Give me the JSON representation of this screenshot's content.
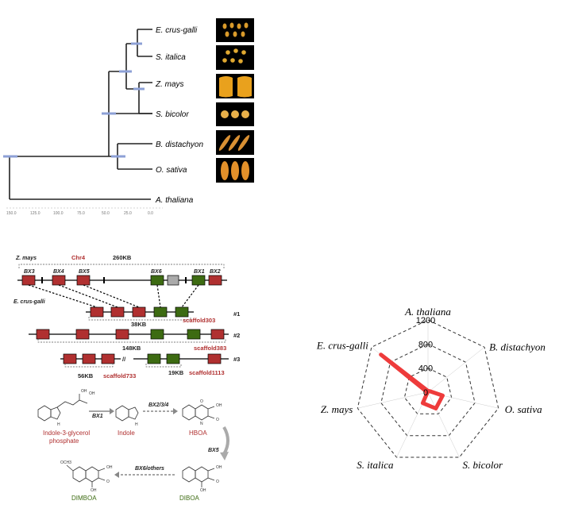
{
  "tree": {
    "species": [
      "E. crus-galli",
      "S. italica",
      "Z. mays",
      "S. bicolor",
      "B. distachyon",
      "O. sativa",
      "A. thaliana"
    ],
    "axis_ticks": [
      "150.0",
      "125.0",
      "100.0",
      "75.0",
      "50.0",
      "25.0",
      "0.0"
    ]
  },
  "cluster": {
    "zmays": "Z. mays",
    "chr": "Chr4",
    "size_top": "260KB",
    "genes_top": [
      "BX3",
      "BX4",
      "BX5",
      "BX6",
      "BX1",
      "BX2"
    ],
    "ecrus": "E. crus-galli",
    "row_nums": [
      "#1",
      "#2",
      "#3"
    ],
    "scaffolds": [
      "scaffold303",
      "scaffold383",
      "scaffold733",
      "scaffold1113"
    ],
    "sizes": [
      "38KB",
      "148KB",
      "56KB",
      "19KB"
    ],
    "double_slash": "//"
  },
  "pathway": {
    "compounds": [
      "Indole-3-glycerol phosphate",
      "Indole",
      "HBOA",
      "DIBOA",
      "DIMBOA"
    ],
    "compound_lines": [
      [
        "Indole-3-glycerol",
        "phosphate"
      ]
    ],
    "enzymes": [
      "BX1",
      "BX2/3/4",
      "BX5",
      "BX6/others"
    ],
    "atoms": {
      "oh": "OH",
      "h": "H",
      "o": "O",
      "n": "N",
      "och3": "OCH3"
    }
  },
  "chart_data": {
    "type": "radar",
    "categories": [
      "A. thaliana",
      "B. distachyon",
      "O. sativa",
      "S. bicolor",
      "S. italica",
      "Z. mays",
      "E. crus-galli"
    ],
    "series": [
      {
        "values": [
          20,
          30,
          250,
          300,
          200,
          10,
          1000
        ]
      }
    ],
    "tick_labels": [
      "0",
      "400",
      "800",
      "1200"
    ],
    "rmax": 1200,
    "grid": "dashed-heptagon",
    "colors": {
      "series": "#ee3b3b",
      "grid": "#333333"
    }
  }
}
